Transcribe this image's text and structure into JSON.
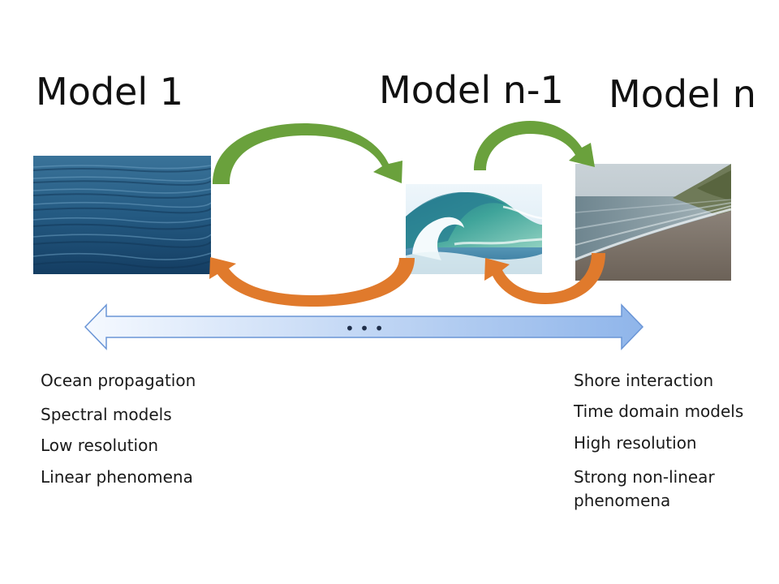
{
  "models": {
    "first": "Model 1",
    "second_last": "Model n-1",
    "last": "Model n"
  },
  "photos": [
    {
      "icon": "calm-ocean-swell-photo"
    },
    {
      "icon": "breaking-wave-photo"
    },
    {
      "icon": "shoreline-beach-photo"
    }
  ],
  "arrows": {
    "forward_color": "#6aa13c",
    "backward_color": "#e07a2c",
    "scale_fill_start": "#f5f9ff",
    "scale_fill_end": "#8fb5ea",
    "scale_stroke": "#6a95d6"
  },
  "ellipsis": "• • •",
  "left_features": [
    "Ocean propagation",
    "Spectral models",
    "Low resolution",
    "Linear phenomena"
  ],
  "right_features": [
    "Shore interaction",
    "Time domain models",
    "High resolution",
    "Strong non-linear",
    "phenomena"
  ]
}
